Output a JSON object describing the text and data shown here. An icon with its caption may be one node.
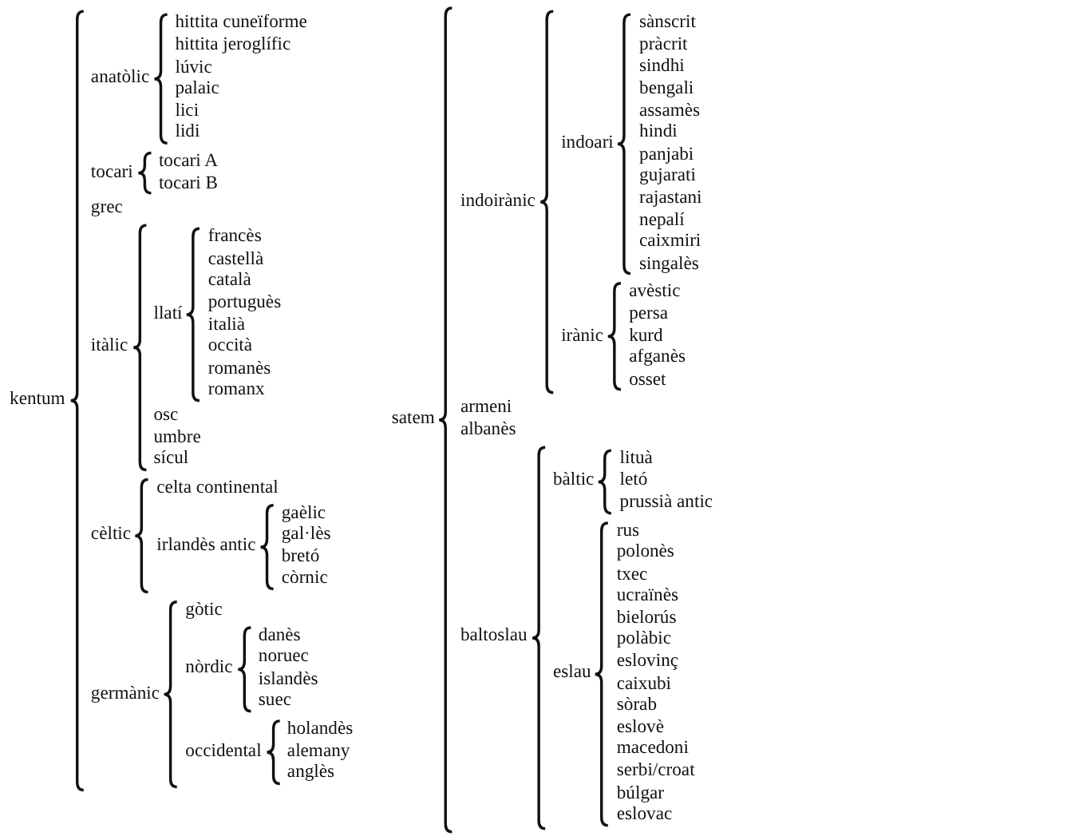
{
  "diagram": {
    "labels": [
      "kentum",
      "anatòlic",
      "hittita cuneïforme",
      "hittita jeroglífic",
      "lúvic",
      "palaic",
      "lici",
      "lidi",
      "tocari",
      "tocari A",
      "tocari B",
      "grec",
      "itàlic",
      "llatí",
      "francès",
      "castellà",
      "català",
      "portuguès",
      "italià",
      "occità",
      "romanès",
      "romanx",
      "osc",
      "umbre",
      "sícul",
      "cèltic",
      "celta continental",
      "irlandès antic",
      "gaèlic",
      "gal·lès",
      "bretó",
      "còrnic",
      "germànic",
      "gòtic",
      "nòrdic",
      "danès",
      "noruec",
      "islandès",
      "suec",
      "occidental",
      "holandès",
      "alemany",
      "anglès",
      "satem",
      "indoirànic",
      "indoari",
      "sànscrit",
      "pràcrit",
      "sindhi",
      "bengali",
      "assamès",
      "hindi",
      "panjabi",
      "gujarati",
      "rajastani",
      "nepalí",
      "caixmiri",
      "singalès",
      "irànic",
      "avèstic",
      "persa",
      "kurd",
      "afganès",
      "osset",
      "armeni",
      "albanès",
      "baltoslau",
      "bàltic",
      "lituà",
      "letó",
      "prussià antic",
      "eslau",
      "rus",
      "polonès",
      "txec",
      "ucraïnès",
      "bielorús",
      "polàbic",
      "eslovinç",
      "caixubi",
      "sòrab",
      "eslovè",
      "macedoni",
      "serbi/croat",
      "búlgar",
      "eslovac"
    ]
  }
}
